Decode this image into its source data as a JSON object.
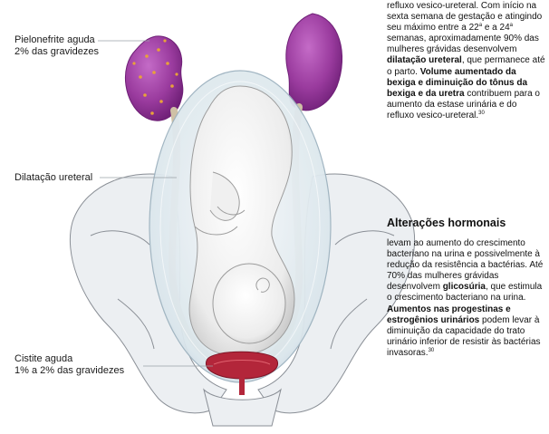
{
  "labels": {
    "pyelo_title": "Pielonefrite aguda",
    "pyelo_rate": "2% das gravidezes",
    "ureter": "Dilatação ureteral",
    "cyst_title": "Cistite aguda",
    "cyst_rate": "1% a 2% das gravidezes"
  },
  "text_top": {
    "t1": "refluxo vesico-ureteral. Com início na sexta semana de gestação e atingindo seu máximo entre a 22",
    "sup_a": "a",
    "t2": " e a 24",
    "sup_b": "a",
    "t3": " semanas, aproximadamente 90% das mulheres grávidas desenvolvem ",
    "b1": "dilatação ureteral",
    "t4": ", que permanece até o parto. ",
    "b2": "Volume aumentado da bexiga e diminuição do tônus da bexiga e da uretra",
    "t5": " contribuem para o aumento da estase urinária e do refluxo vesico-ureteral.",
    "ref": "30"
  },
  "section": {
    "heading": "Alterações hormonais",
    "t1": "levam ao aumento do crescimento bacteriano na urina e possivelmente à redução da resistência a bactérias. Até 70% das mulheres grávidas desenvolvem ",
    "b1": "glicosúria",
    "t2": ", que estimula o crescimento bacteriano na urina. ",
    "b2": "Aumentos nas progestinas e estrogênios urinários",
    "t3": " podem levar à diminuição da capacidade do trato urinário inferior de resistir às bactérias invasoras.",
    "ref": "30"
  },
  "colors": {
    "kidney": "#9a3b9e",
    "kidney_dark": "#6e1f76",
    "kidney_dot": "#e8a23a",
    "bladder": "#b3263a",
    "uterus_glass": "#dfe9ef",
    "bone": "#eceff2",
    "bone_line": "#8a8f96",
    "fetus": "#f2f2f2"
  },
  "icons": {
    "illustration": "pregnant-urinary-tract-illustration"
  }
}
